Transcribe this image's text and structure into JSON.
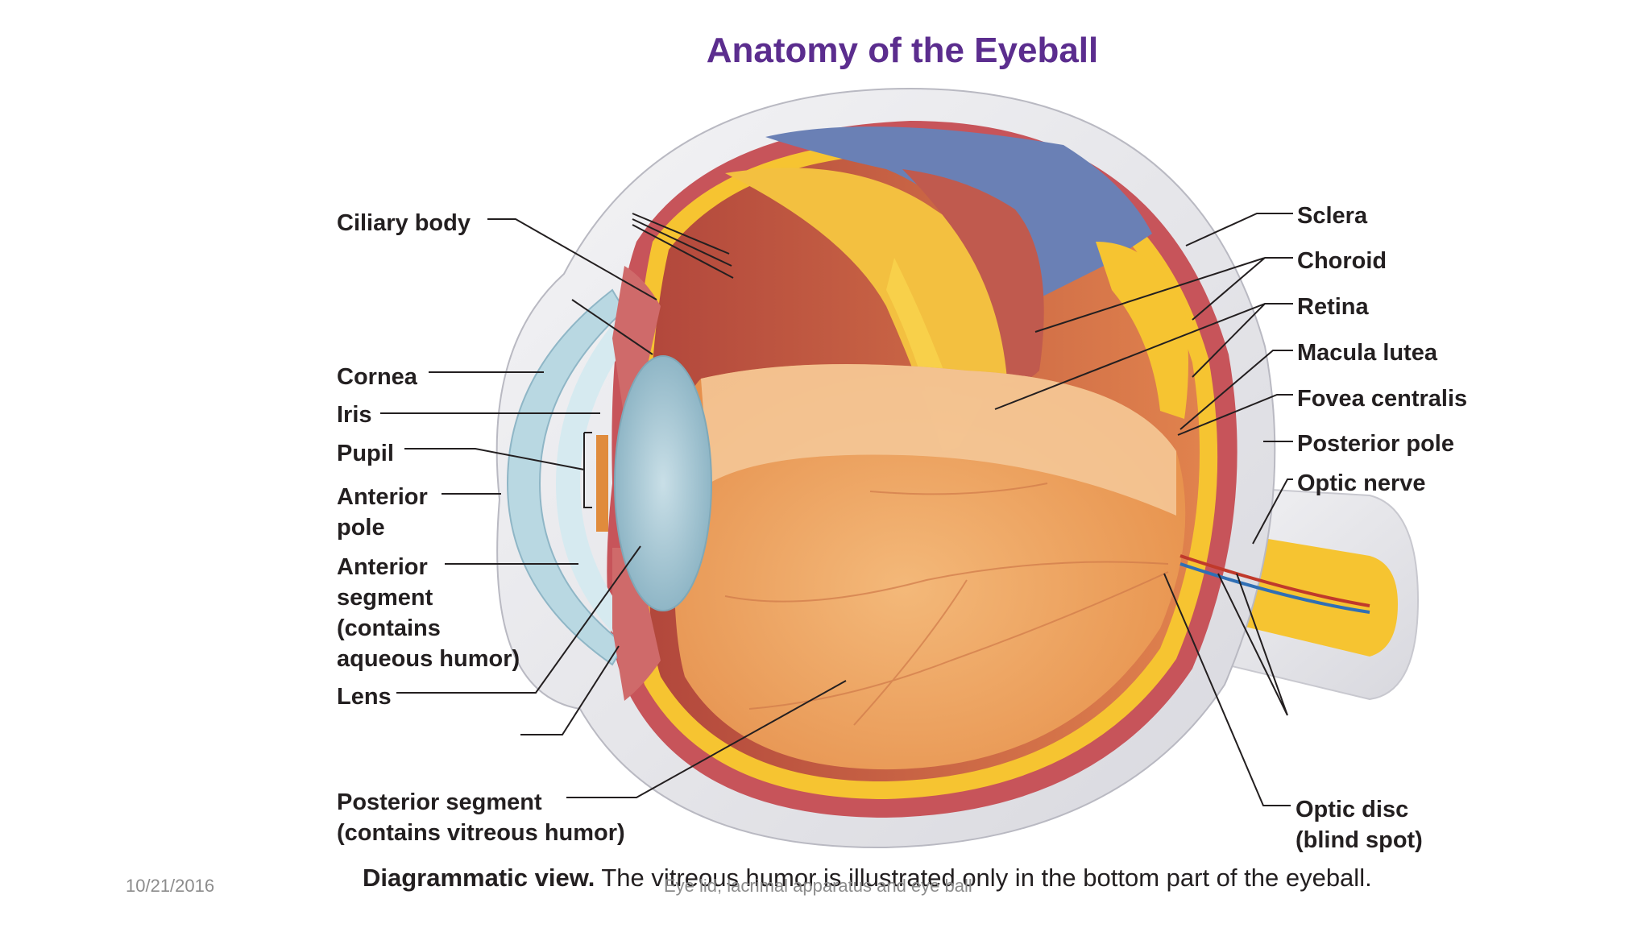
{
  "slide": {
    "title": "Anatomy of the Eyeball",
    "caption_bold": "Diagrammatic view.",
    "caption_text": " The vitreous humor is illustrated only in the bottom part of the eyeball.",
    "footer_date": "10/21/2016",
    "footer_center": "Eye lid, lacrimal apparatus and eye ball"
  },
  "labels": {
    "ciliary_body": "Ciliary body",
    "cornea": "Cornea",
    "iris": "Iris",
    "pupil": "Pupil",
    "anterior_pole": [
      "Anterior",
      "pole"
    ],
    "anterior_segment": [
      "Anterior",
      "segment",
      "(contains",
      "aqueous humor)"
    ],
    "lens": "Lens",
    "posterior_segment": [
      "Posterior segment",
      "(contains vitreous humor)"
    ],
    "sclera": "Sclera",
    "choroid": "Choroid",
    "retina": "Retina",
    "macula_lutea": "Macula lutea",
    "fovea_centralis": "Fovea centralis",
    "posterior_pole": "Posterior pole",
    "optic_nerve": "Optic nerve",
    "optic_disc": [
      "Optic disc",
      "(blind spot)"
    ]
  },
  "colors": {
    "title": "#5b2d8e",
    "sclera": "#e9e9ec",
    "choroid": "#c7545a",
    "retina": "#f6c431",
    "vitreous": "#f0a860",
    "cornea": "#b9d8e2",
    "lens": "#a9c9d6",
    "sky": "#6a80b5"
  }
}
